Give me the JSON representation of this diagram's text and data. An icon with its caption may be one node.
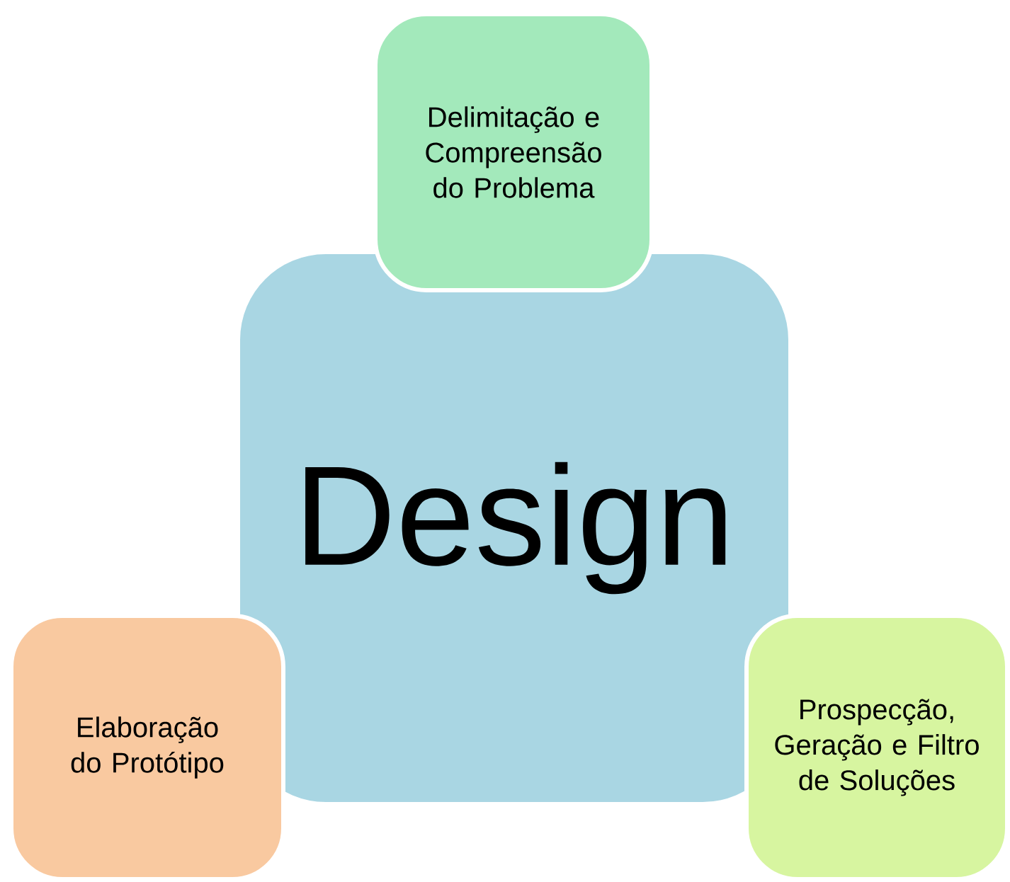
{
  "diagram": {
    "nodes": [
      {
        "text": [
          "Delimitação e Compreensão do Problema"
        ]
      },
      {
        "text": [
          "Design"
        ]
      },
      {
        "text": [
          "Elaboração do Protótipo"
        ]
      },
      {
        "text": [
          "Prospecção, Geração e Filtro de Soluções"
        ]
      }
    ]
  }
}
